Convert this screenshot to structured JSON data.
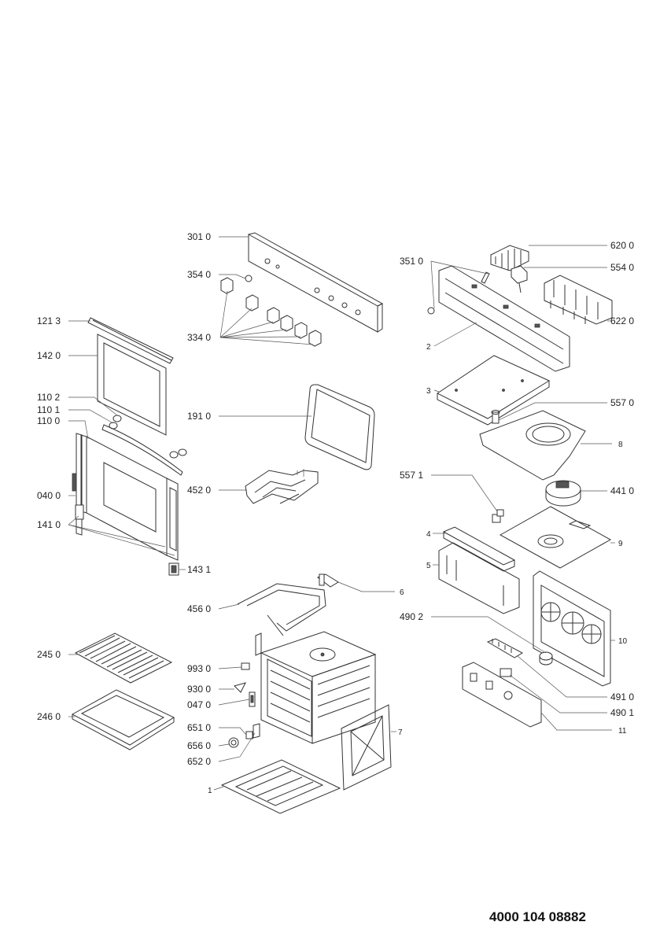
{
  "document_number": "4000 104 08882",
  "labels": {
    "l3010": "301 0",
    "l3540": "354 0",
    "l3340": "334 0",
    "l1213": "121 3",
    "l1420": "142 0",
    "l1102": "110 2",
    "l1101": "110 1",
    "l1100": "110 0",
    "l0400": "040 0",
    "l1410": "141 0",
    "l1431": "143 1",
    "l1910": "191 0",
    "l4520": "452 0",
    "l4560": "456 0",
    "l6": "6",
    "l2450": "245 0",
    "l2460": "246 0",
    "l9930": "993 0",
    "l9300": "930 0",
    "l0470": "047 0",
    "l6510": "651 0",
    "l6560": "656 0",
    "l6520": "652 0",
    "l1": "1",
    "l7": "7",
    "l6200": "620 0",
    "l3510": "351 0",
    "l5540": "554 0",
    "l6220": "622 0",
    "l2": "2",
    "l3": "3",
    "l5570": "557 0",
    "l8": "8",
    "l5571": "557 1",
    "l4410": "441 0",
    "l4": "4",
    "l9": "9",
    "l5": "5",
    "l10": "10",
    "l4902": "490 2",
    "l4910": "491 0",
    "l4901": "490 1",
    "l11": "11"
  }
}
